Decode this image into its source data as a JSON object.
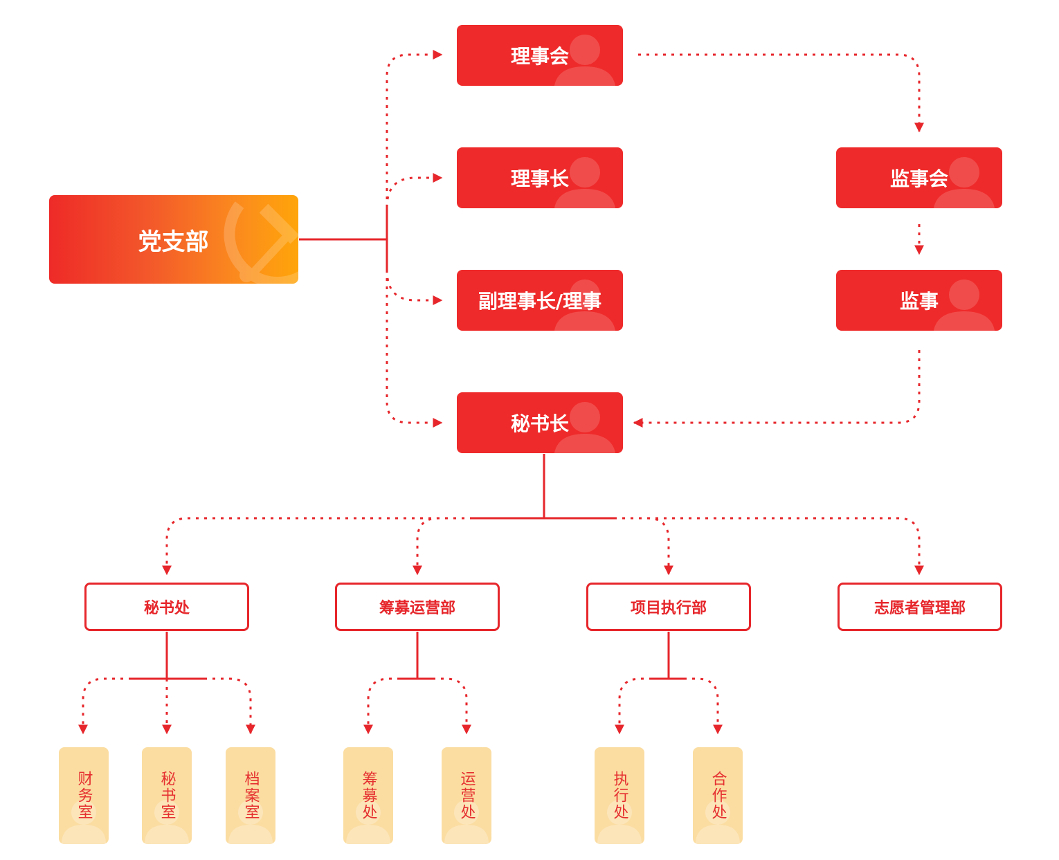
{
  "colors": {
    "accent": "#ef2a2a",
    "line": "#e6262b",
    "office_bg": "#fbdda2",
    "party_gradient_end": "#ffa50a"
  },
  "party": {
    "label": "党支部",
    "icon": "hammer-sickle-icon"
  },
  "board": {
    "council": "理事会",
    "chairman": "理事长",
    "vice_chairman": "副理事长/理事",
    "secretary_general": "秘书长"
  },
  "supervision": {
    "board": "监事会",
    "supervisor": "监事"
  },
  "departments": [
    {
      "label": "秘书处",
      "offices": [
        "财务室",
        "秘书室",
        "档案室"
      ]
    },
    {
      "label": "筹募运营部",
      "offices": [
        "筹募处",
        "运营处"
      ]
    },
    {
      "label": "项目执行部",
      "offices": [
        "执行处",
        "合作处"
      ]
    },
    {
      "label": "志愿者管理部",
      "offices": []
    }
  ],
  "watermark_icon": "person-silhouette-icon"
}
